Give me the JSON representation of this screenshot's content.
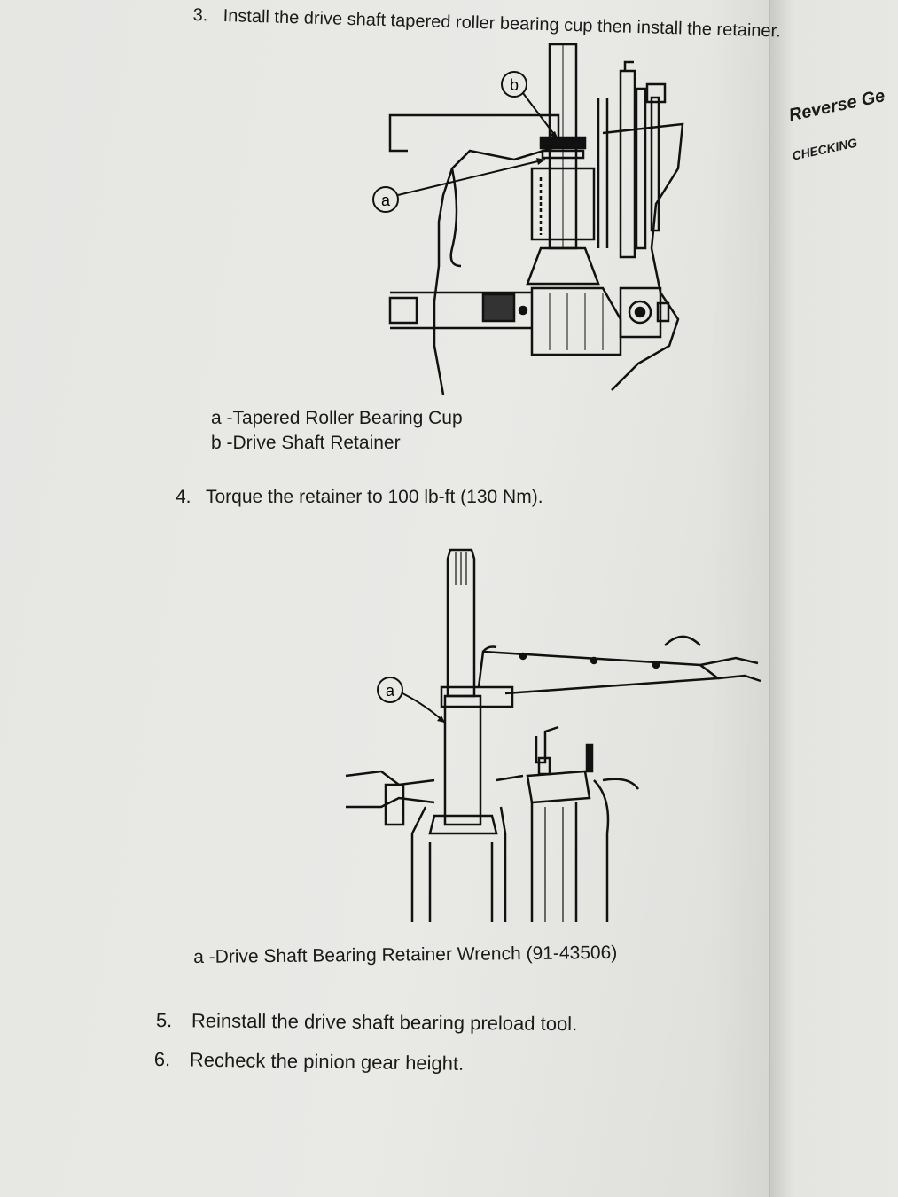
{
  "sidebar": {
    "title": "Reverse Ge",
    "subtitle": "CHECKING"
  },
  "steps": [
    {
      "num": "3.",
      "text": "Install the drive shaft tapered roller bearing cup then install the retainer."
    },
    {
      "num": "4.",
      "text": "Torque the retainer to 100 lb-ft (130 Nm)."
    },
    {
      "num": "5.",
      "text": "Reinstall the drive shaft bearing preload tool."
    },
    {
      "num": "6.",
      "text": "Recheck the pinion gear height."
    }
  ],
  "figure1": {
    "callouts": [
      "b",
      "a"
    ],
    "captions": [
      "a -Tapered Roller Bearing Cup",
      "b -Drive Shaft Retainer"
    ]
  },
  "figure2": {
    "callouts": [
      "a"
    ],
    "captions": [
      "a -Drive Shaft Bearing Retainer Wrench (91-43506)"
    ]
  }
}
